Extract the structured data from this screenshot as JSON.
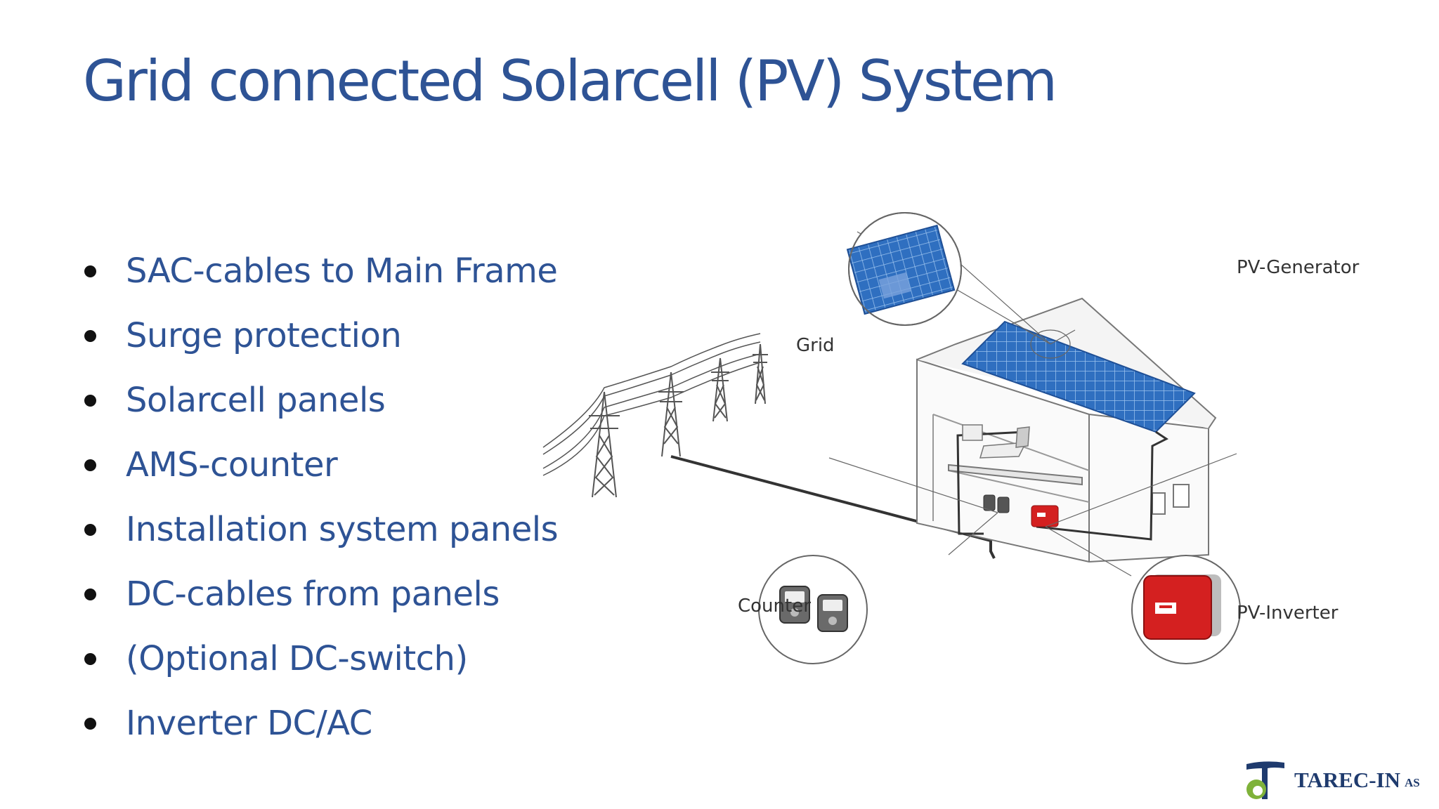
{
  "slide": {
    "title": "Grid connected Solarcell (PV) System",
    "bullets": [
      "SAC-cables to Main Frame",
      "Surge protection",
      "Solarcell panels",
      "AMS-counter",
      "Installation system panels",
      "DC-cables from panels",
      "(Optional DC-switch)",
      "Inverter DC/AC"
    ]
  },
  "diagram": {
    "labels": {
      "grid": "Grid",
      "pv_generator": "PV-Generator",
      "counter": "Counter",
      "pv_inverter": "PV-Inverter"
    }
  },
  "logo": {
    "name": "TAREC-IN",
    "suffix": "AS"
  },
  "colors": {
    "title": "#2e5395",
    "panel_blue": "#2f6fc0",
    "inverter_red": "#d42020"
  }
}
